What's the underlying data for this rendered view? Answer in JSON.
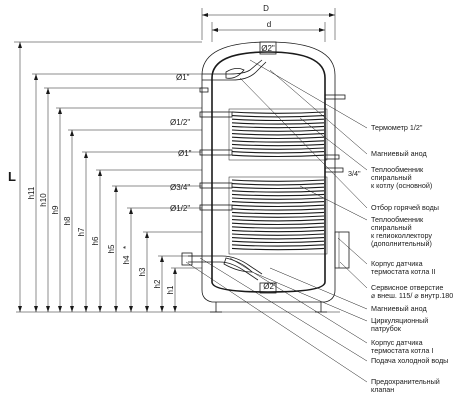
{
  "dimensions": {
    "D": "D",
    "d": "d",
    "L": "L",
    "heights": [
      "h11",
      "h10",
      "h9",
      "h8",
      "h7",
      "h6",
      "h5",
      "h4",
      "h3",
      "h2",
      "h1"
    ],
    "h4_mark": "*"
  },
  "diameters": {
    "top": "Ø2\"",
    "p1": "Ø1\"",
    "p2": "Ø1/2\"",
    "p3": "Ø1\"",
    "p4": "Ø3/4\"",
    "p5": "Ø1/2\"",
    "bottom": "Ø2\""
  },
  "side_label": "3/4\"",
  "callouts": [
    {
      "lines": [
        "Термометр 1/2\""
      ]
    },
    {
      "lines": [
        "Магниевый анод"
      ]
    },
    {
      "lines": [
        "Теплообменник",
        "спиральный",
        "к котлу (основной)"
      ]
    },
    {
      "lines": [
        "Отбор горячей воды"
      ]
    },
    {
      "lines": [
        "Теплообменник",
        "спиральный",
        "к гелиоколлектору",
        "(дополнительный)"
      ]
    },
    {
      "lines": [
        "Корпус датчика",
        "термостата котла II"
      ]
    },
    {
      "lines": [
        "Сервисное отверстие",
        "⌀ внеш. 115/ ⌀ внутр.180"
      ]
    },
    {
      "lines": [
        "Магниевый анод"
      ]
    },
    {
      "lines": [
        "Циркуляционный",
        "патрубок"
      ]
    },
    {
      "lines": [
        "Корпус датчика",
        "термостата котла I"
      ]
    },
    {
      "lines": [
        "Подача холодной воды"
      ]
    },
    {
      "lines": [
        "Предохранительный",
        "клапан"
      ]
    }
  ]
}
